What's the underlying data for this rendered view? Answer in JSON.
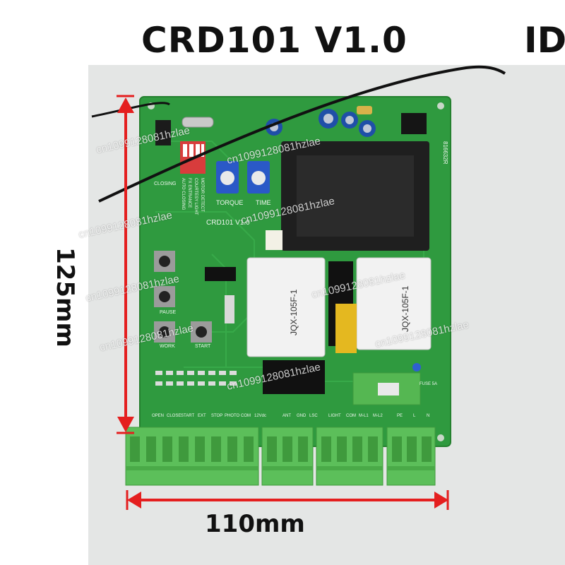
{
  "title": "CRD101 V1.0",
  "title_side": "ID",
  "dimensions": {
    "width": "110mm",
    "height": "125mm"
  },
  "board": {
    "silkscreen_model": "CRD101 V1.0",
    "part_number": "816632R",
    "pot_labels": [
      "TORQUE",
      "TIME"
    ],
    "dip_labels": [
      "AUTO CLOSING",
      "FX ENTRANCE",
      "COURTESY LIGHT",
      "MOTOR DETECT"
    ],
    "button_labels": [
      "CLOSING",
      "PAUSE",
      "WORK",
      "START"
    ],
    "fuse_label": "FUSE 5A",
    "relay_text": "JQX-105F-1",
    "terminal_labels_left": [
      "OPEN",
      "CLOSE",
      "START",
      "EXT",
      "STOP",
      "PHOTO",
      "COM",
      "12Vdc"
    ],
    "terminal_labels_mid": [
      "ANT",
      "GND",
      "LSC"
    ],
    "terminal_labels_right": [
      "LIGHT",
      "COM",
      "M-L1",
      "M-L2"
    ],
    "terminal_labels_power": [
      "PE",
      "L",
      "N"
    ]
  },
  "watermark": "cn1099128081hzlae",
  "colors": {
    "pcb": "#2f9a3f",
    "terminal": "#5cbf5a",
    "arrow": "#e41f1f",
    "transformer": "#1f1f1f"
  }
}
